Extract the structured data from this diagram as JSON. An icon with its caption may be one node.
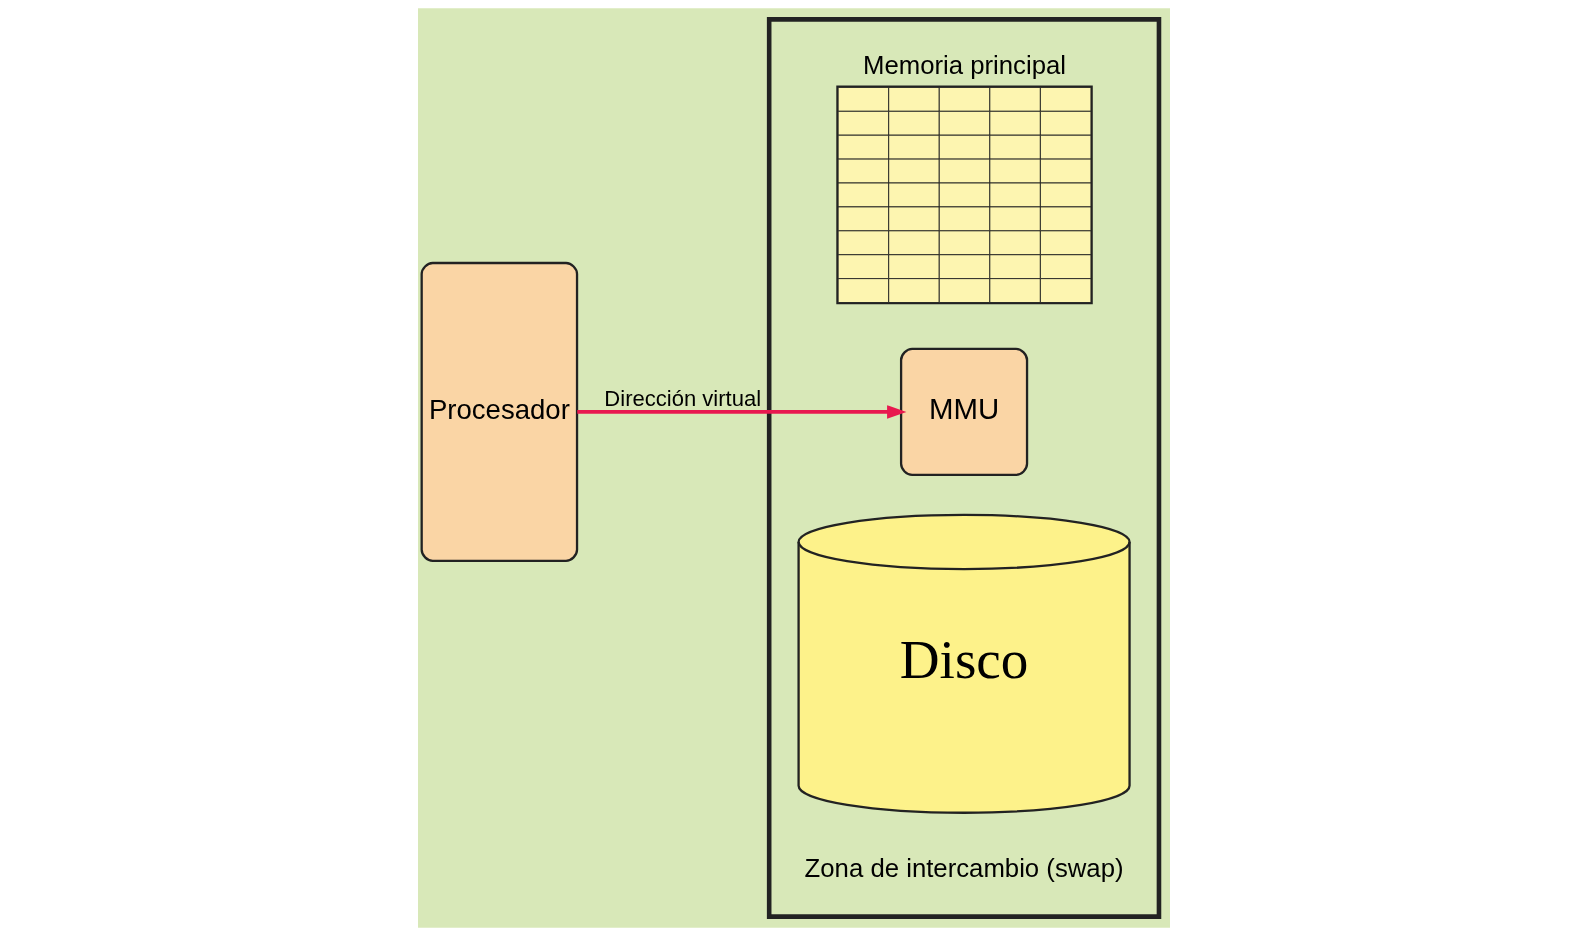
{
  "diagram": {
    "nodes": [
      {
        "text": [],
        "shape": "box"
      },
      {
        "text": [
          "Procesador"
        ]
      },
      {
        "text": [
          "Memoria principal"
        ],
        "in": 0
      },
      {
        "text": [
          "MMU"
        ],
        "in": 0
      },
      {
        "text": [
          "Disco"
        ],
        "beside": [
          "Zona de intercambio (swap)"
        ],
        "in": 0
      }
    ],
    "edges": [
      {
        "from": 1,
        "to": 3,
        "arrow": "to",
        "label": "Dirección virtual",
        "color": "#e8194f"
      }
    ]
  }
}
